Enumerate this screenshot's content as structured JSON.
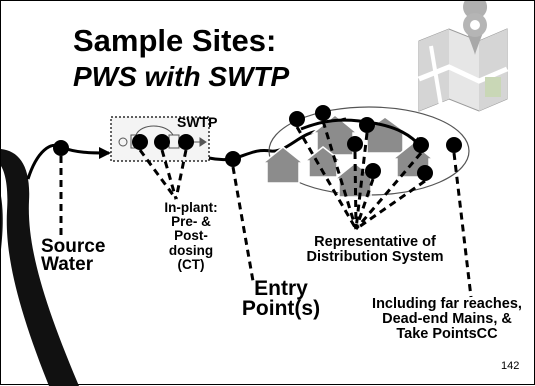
{
  "title": {
    "line1": "Sample Sites:",
    "line2": "PWS with SWTP"
  },
  "labels": {
    "swtp": "SWTP",
    "in_plant": [
      "In-plant:",
      "Pre- &",
      "Post-",
      "dosing",
      "(CT)"
    ],
    "source": [
      "Source",
      "Water"
    ],
    "entry": [
      "Entry",
      "Point(s)"
    ],
    "distribution": [
      "Representative of",
      "Distribution System"
    ],
    "far": [
      "Including far reaches,",
      "Dead-end Mains, &",
      "Take PointsCC"
    ]
  },
  "page_number": "142",
  "icons": [
    "map-pin-icon",
    "house-icon",
    "treatment-plant-icon"
  ],
  "colors": {
    "ink": "#000000",
    "river": "#111111",
    "house": "#7f7f7f",
    "map_green": "#c9d7b6",
    "pin": "#b8b8b8"
  }
}
